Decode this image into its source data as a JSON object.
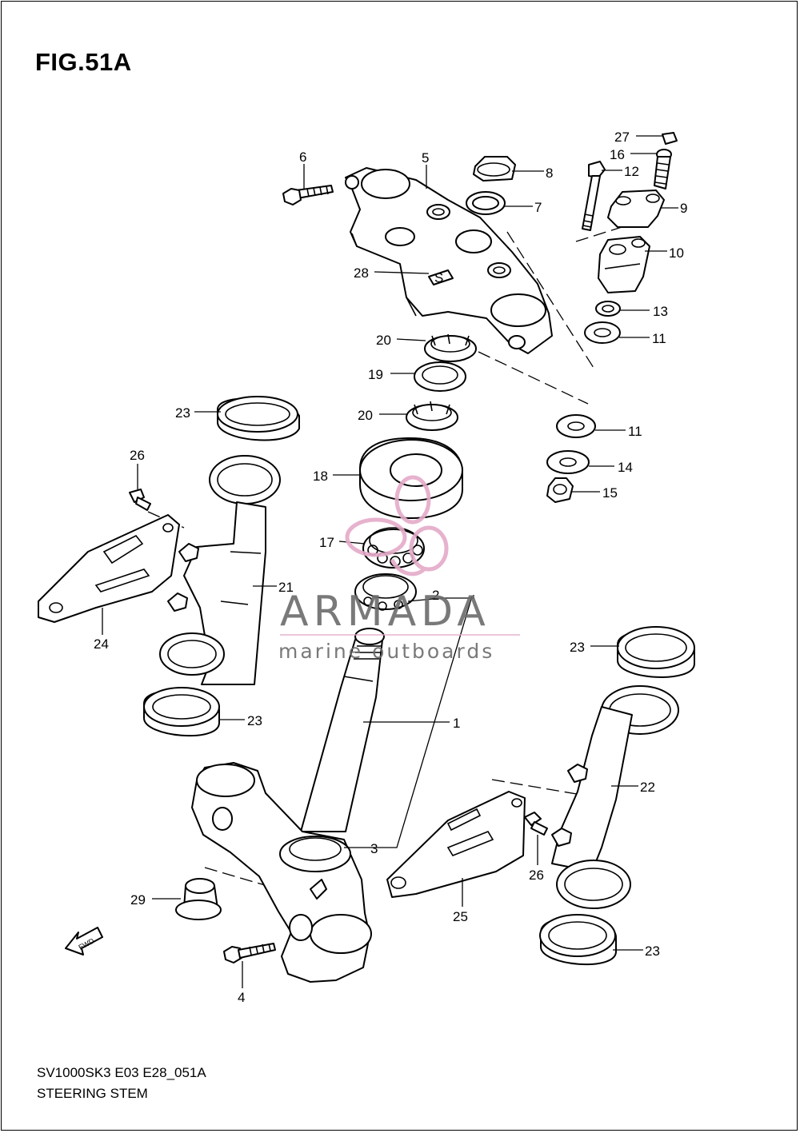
{
  "figure": {
    "title": "FIG.51A",
    "model_code": "SV1000SK3 E03 E28_051A",
    "caption": "STEERING STEM"
  },
  "watermark": {
    "brand": "ARMADA",
    "tagline": "marine outboards",
    "accent_color": "#e4aac8"
  },
  "fwd_arrow": {
    "label": "FWD"
  },
  "callouts": [
    "1",
    "2",
    "3",
    "4",
    "5",
    "6",
    "7",
    "8",
    "9",
    "10",
    "11",
    "11",
    "12",
    "13",
    "14",
    "15",
    "16",
    "17",
    "18",
    "19",
    "20",
    "20",
    "21",
    "22",
    "23",
    "23",
    "23",
    "23",
    "24",
    "25",
    "26",
    "26",
    "27",
    "28",
    "29"
  ]
}
